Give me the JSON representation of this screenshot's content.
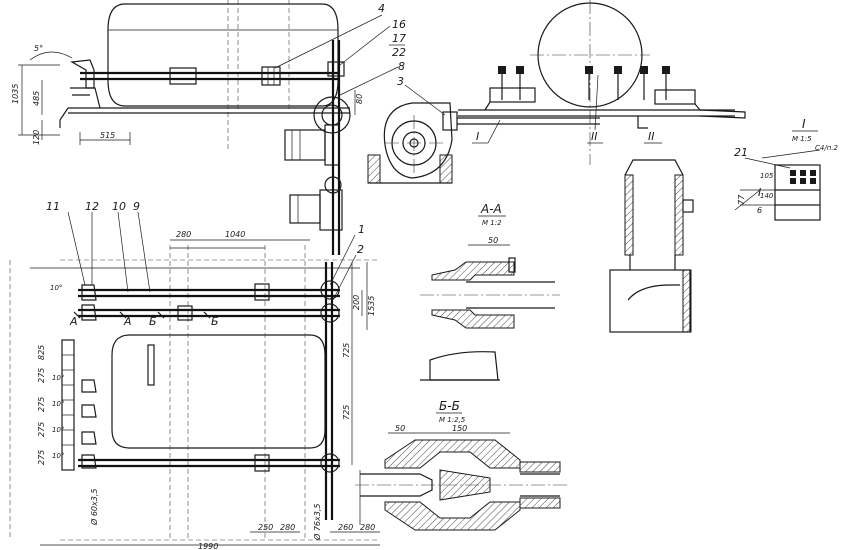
{
  "callouts": [
    "4",
    "16",
    "17",
    "22",
    "8",
    "3",
    "11",
    "12",
    "10",
    "9",
    "1",
    "2",
    "21"
  ],
  "roman": [
    "I",
    "II",
    "II",
    "I"
  ],
  "sections": {
    "aa": {
      "title": "А-А",
      "scale": "М 1:2"
    },
    "bb": {
      "title": "Б-Б",
      "scale": "М 1:2,5"
    },
    "det": {
      "title": "I",
      "scale": "М 1:5"
    }
  },
  "section_marks": [
    "А",
    "А",
    "Б",
    "Б"
  ],
  "weld": "С4/п.2",
  "dims": {
    "angle": "5°",
    "d1035": "1035",
    "d485": "485",
    "d120": "120",
    "d515": "515",
    "d80": "80",
    "d280a": "280",
    "d1040": "1040",
    "d200": "200",
    "d1535": "1535",
    "d725a": "725",
    "d725b": "725",
    "d825": "825",
    "d275a": "275",
    "d275b": "275",
    "d275c": "275",
    "d275d": "275",
    "a10a": "10°",
    "a10b": "10°",
    "a10c": "10°",
    "a10d": "10°",
    "a10e": "10°",
    "d6075": "Ø 60х3,5",
    "d7635": "Ø 76х3,5",
    "d1990": "1990",
    "d250": "250",
    "d280b": "280",
    "d260": "260",
    "d280c": "280",
    "d50a": "50",
    "d50b": "50",
    "d150": "150",
    "d6": "6",
    "d77": "77",
    "d140": "140",
    "d105": "105"
  }
}
